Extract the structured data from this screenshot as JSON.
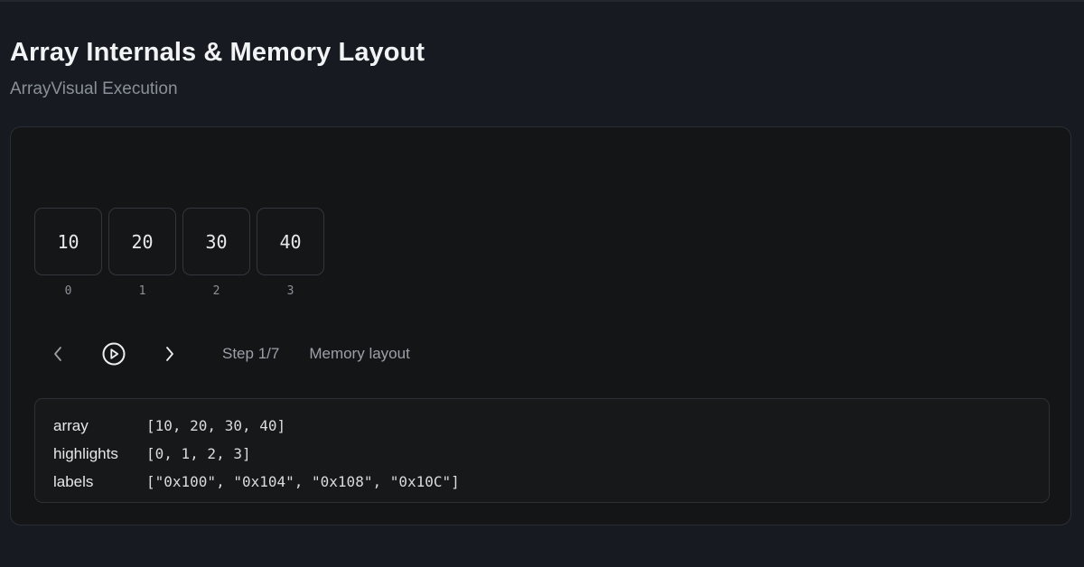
{
  "header": {
    "title": "Array Internals & Memory Layout",
    "subtitle": "ArrayVisual Execution"
  },
  "array": {
    "cells": [
      {
        "value": "10",
        "index": "0"
      },
      {
        "value": "20",
        "index": "1"
      },
      {
        "value": "30",
        "index": "2"
      },
      {
        "value": "40",
        "index": "3"
      }
    ]
  },
  "controls": {
    "prev_icon": "chevron-left-icon",
    "play_icon": "play-circle-icon",
    "next_icon": "chevron-right-icon",
    "step_label": "Step 1/7",
    "mode_label": "Memory layout"
  },
  "state": {
    "rows": [
      {
        "key": "array",
        "value": "[10, 20, 30, 40]"
      },
      {
        "key": "highlights",
        "value": "[0, 1, 2, 3]"
      },
      {
        "key": "labels",
        "value": "[\"0x100\", \"0x104\", \"0x108\", \"0x10C\"]"
      }
    ]
  },
  "colors": {
    "page_background": "#171b21",
    "panel_background": "#141517",
    "border": "#2a2e34",
    "text_primary": "#f2f3f5",
    "text_muted": "#8a9099"
  }
}
